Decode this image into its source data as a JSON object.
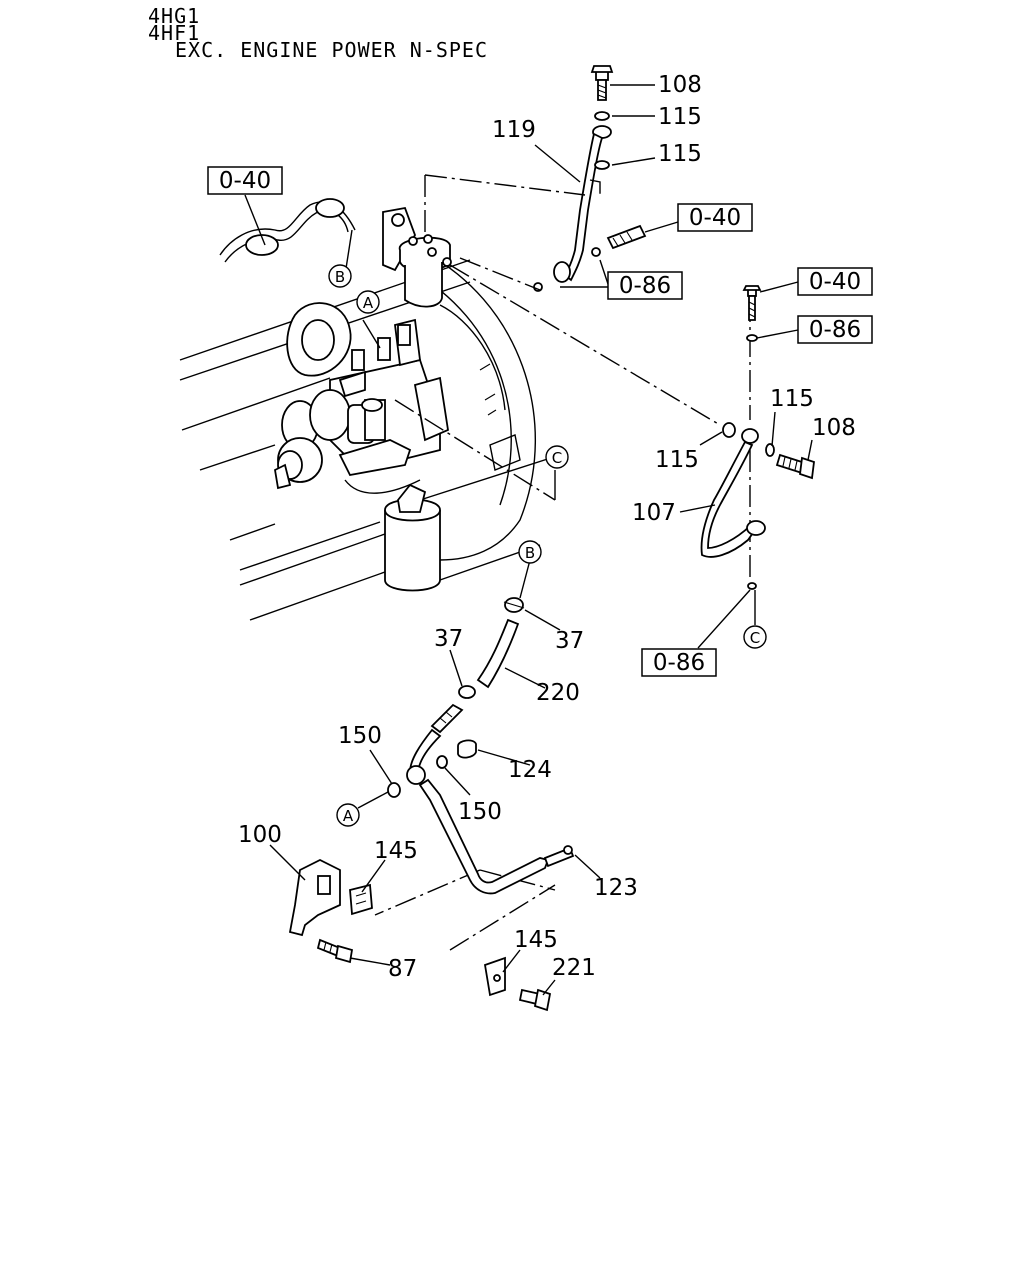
{
  "header": {
    "line1": "4HG1",
    "line2": "4HF1",
    "line3": "EXC. ENGINE POWER N-SPEC"
  },
  "part_numbers": {
    "p108a": "108",
    "p115a": "115",
    "p119": "119",
    "p115b": "115",
    "p115c": "115",
    "p115d": "115",
    "p108b": "108",
    "p107": "107",
    "p37a": "37",
    "p37b": "37",
    "p220": "220",
    "p150a": "150",
    "p124": "124",
    "p150b": "150",
    "p100": "100",
    "p145a": "145",
    "p123": "123",
    "p87": "87",
    "p145b": "145",
    "p221": "221"
  },
  "reference_boxes": {
    "r1": "0-40",
    "r2": "0-40",
    "r3": "0-86",
    "r4": "0-40",
    "r5": "0-86",
    "r6": "0-86"
  },
  "connectors": {
    "A": "A",
    "B": "B",
    "C": "C"
  }
}
